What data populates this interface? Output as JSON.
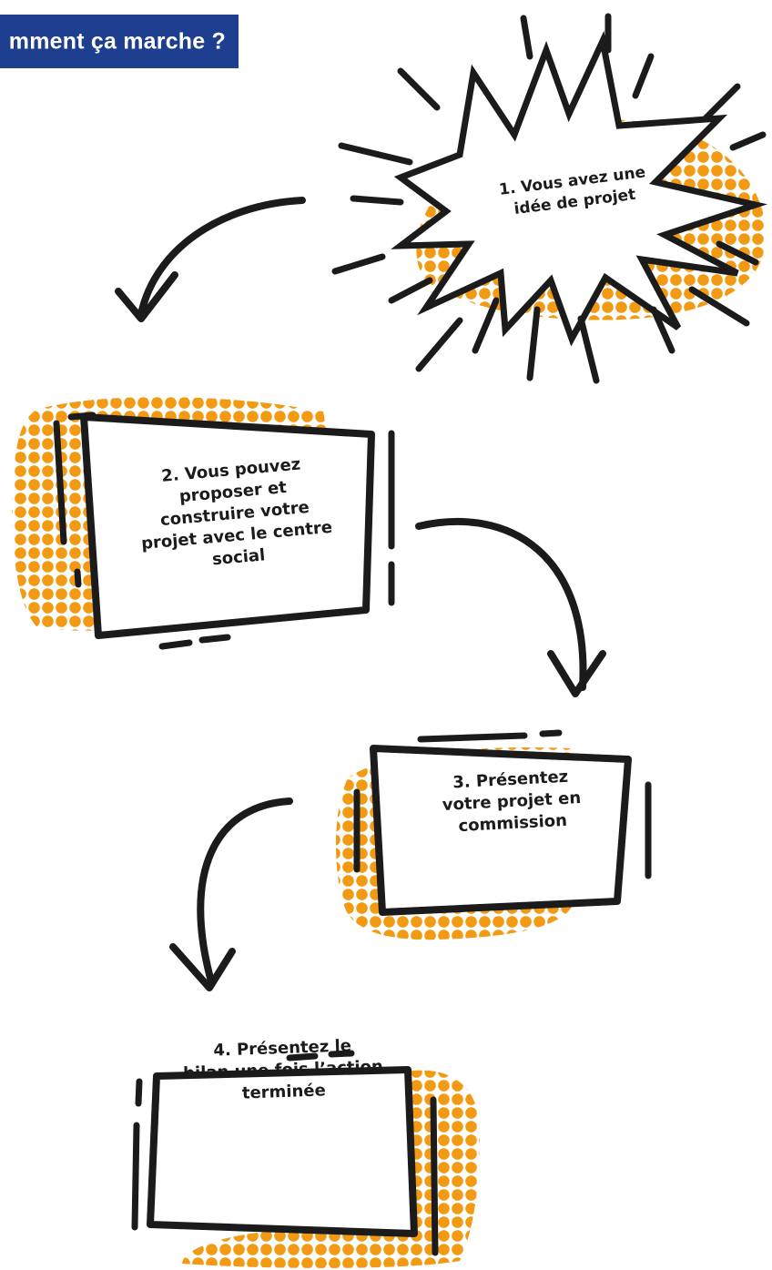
{
  "title": "mment ça marche ?",
  "colors": {
    "banner": "#1e3f90",
    "dots": "#f29a14",
    "ink": "#1b1b1b"
  },
  "steps": [
    {
      "text": "1. Vous avez une\nidée de projet",
      "shape": "starburst"
    },
    {
      "text": "2. Vous pouvez\nproposer et\nconstruire votre\nprojet avec le centre\nsocial",
      "shape": "box"
    },
    {
      "text": "3. Présentez\nvotre projet en\ncommission",
      "shape": "box"
    },
    {
      "text": "4. Présentez le\nbilan une fois l’action\nterminée",
      "shape": "box"
    }
  ],
  "arrows": [
    {
      "from": 1,
      "to": 2
    },
    {
      "from": 2,
      "to": 3
    },
    {
      "from": 3,
      "to": 4
    }
  ]
}
